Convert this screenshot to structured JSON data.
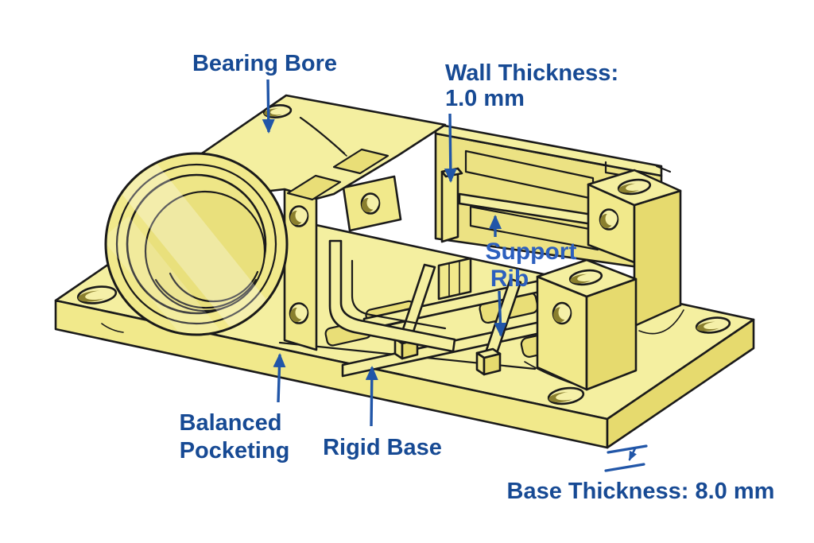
{
  "colors": {
    "background": "#ffffff",
    "part-top": "#f4efa0",
    "part-front": "#f1e98b",
    "part-side": "#e6da6e",
    "part-inner": "#ece283",
    "part-recess": "#e9de77",
    "part-hole": "#f5f0a8",
    "part-shadow": "#8a7f2e",
    "outline": "#1a1a1a",
    "label-navy": "#174a94",
    "label-blue": "#2c5fbe",
    "arrow-blue": "#2156a8"
  },
  "annotations": {
    "bearing_bore": {
      "label": "Bearing Bore"
    },
    "wall_thickness": {
      "line1": "Wall Thickness:",
      "line2": "1.0 mm"
    },
    "support_rib": {
      "line1": "Support",
      "line2": "Rib"
    },
    "balanced_pocketing": {
      "line1": "Balanced",
      "line2": "Pocketing"
    },
    "rigid_base": {
      "label": "Rigid Base"
    },
    "base_thickness": {
      "label": "Base Thickness: 8.0 mm"
    }
  }
}
